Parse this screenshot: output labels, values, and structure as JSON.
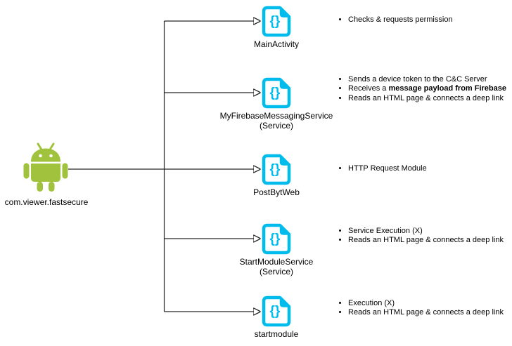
{
  "diagram": {
    "source": {
      "label": "com.viewer.fastsecure",
      "icon": "android-robot-icon"
    },
    "colors": {
      "android_green": "#A0C23C",
      "file_icon_cyan": "#00BCEC",
      "connector_line": "#262626",
      "arrowhead": "#111111",
      "text": "#000000",
      "background": "#FFFFFF"
    },
    "file_icon_glyph": "{}",
    "nodes": [
      {
        "label": "MainActivity",
        "sublabel": "",
        "icon": "code-file-icon",
        "bullets": [
          {
            "pre": "Checks & requests permission"
          }
        ]
      },
      {
        "label": "MyFirebaseMessagingService",
        "sublabel": "(Service)",
        "icon": "code-file-icon",
        "bullets": [
          {
            "pre": "Sends a device token to the C&C Server"
          },
          {
            "pre": "Receives a ",
            "bold": "message payload from Firebase"
          },
          {
            "pre": "Reads an HTML page & connects a deep link"
          }
        ]
      },
      {
        "label": "PostBytWeb",
        "sublabel": "",
        "icon": "code-file-icon",
        "bullets": [
          {
            "pre": "HTTP Request Module"
          }
        ]
      },
      {
        "label": "StartModuleService",
        "sublabel": "(Service)",
        "icon": "code-file-icon",
        "bullets": [
          {
            "pre": "Service Execution (X)"
          },
          {
            "pre": "Reads an HTML page & connects a deep link"
          }
        ]
      },
      {
        "label": "startmodule",
        "sublabel": "",
        "icon": "code-file-icon",
        "bullets": [
          {
            "pre": "Execution (X)"
          },
          {
            "pre": "Reads an HTML page & connects a deep link"
          }
        ]
      }
    ]
  }
}
